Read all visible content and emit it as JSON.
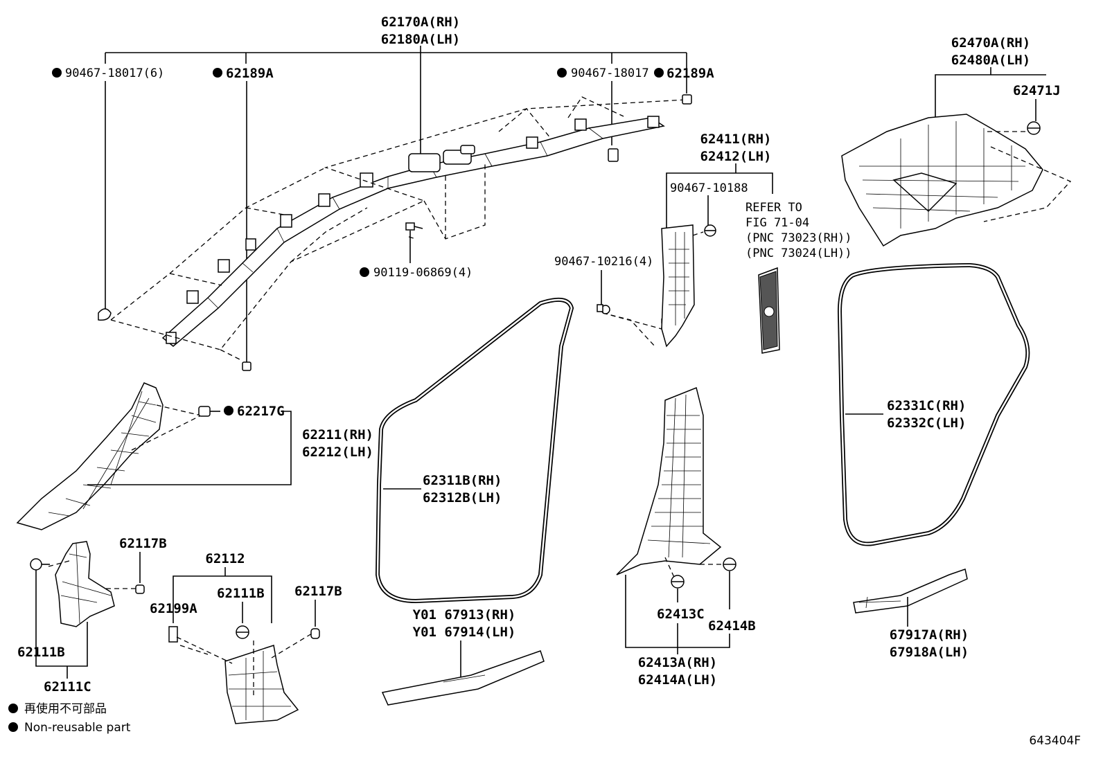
{
  "diagram": {
    "illustration_id": "643404F",
    "legend": [
      {
        "symbol": "●",
        "text": "再使用不可部品"
      },
      {
        "symbol": "●",
        "text": "Non-reusable part"
      }
    ],
    "labels": {
      "p62170a_rh": "62170A(RH)",
      "p62180a_lh": "62180A(LH)",
      "p90467_18017_6": "90467-18017(6)",
      "p62189a_left": "62189A",
      "p90467_18017": "90467-18017",
      "p62189a_right": "62189A",
      "p90119_06869": "90119-06869(4)",
      "p62411_rh": "62411(RH)",
      "p62412_lh": "62412(LH)",
      "p90467_10188": "90467-10188",
      "refer_1": "REFER TO",
      "refer_2": "FIG 71-04",
      "refer_3": "(PNC 73023(RH))",
      "refer_4": "(PNC 73024(LH))",
      "p90467_10216": "90467-10216(4)",
      "p62470a_rh": "62470A(RH)",
      "p62480a_lh": "62480A(LH)",
      "p62471j": "62471J",
      "p62217g": "62217G",
      "p62211_rh": "62211(RH)",
      "p62212_lh": "62212(LH)",
      "p62311b_rh": "62311B(RH)",
      "p62312b_lh": "62312B(LH)",
      "p62331c_rh": "62331C(RH)",
      "p62332c_lh": "62332C(LH)",
      "p62117b_a": "62117B",
      "p62112": "62112",
      "p62111b_a": "62111B",
      "p62117b_b": "62117B",
      "p62199a": "62199A",
      "p62111b_b": "62111B",
      "p62111c": "62111C",
      "y01_67913": "Y01 67913(RH)",
      "y01_67914": "Y01 67914(LH)",
      "p62413c": "62413C",
      "p62414b": "62414B",
      "p62413a_rh": "62413A(RH)",
      "p62414a_lh": "62414A(LH)",
      "p67917a_rh": "67917A(RH)",
      "p67918a_lh": "67918A(LH)"
    }
  }
}
